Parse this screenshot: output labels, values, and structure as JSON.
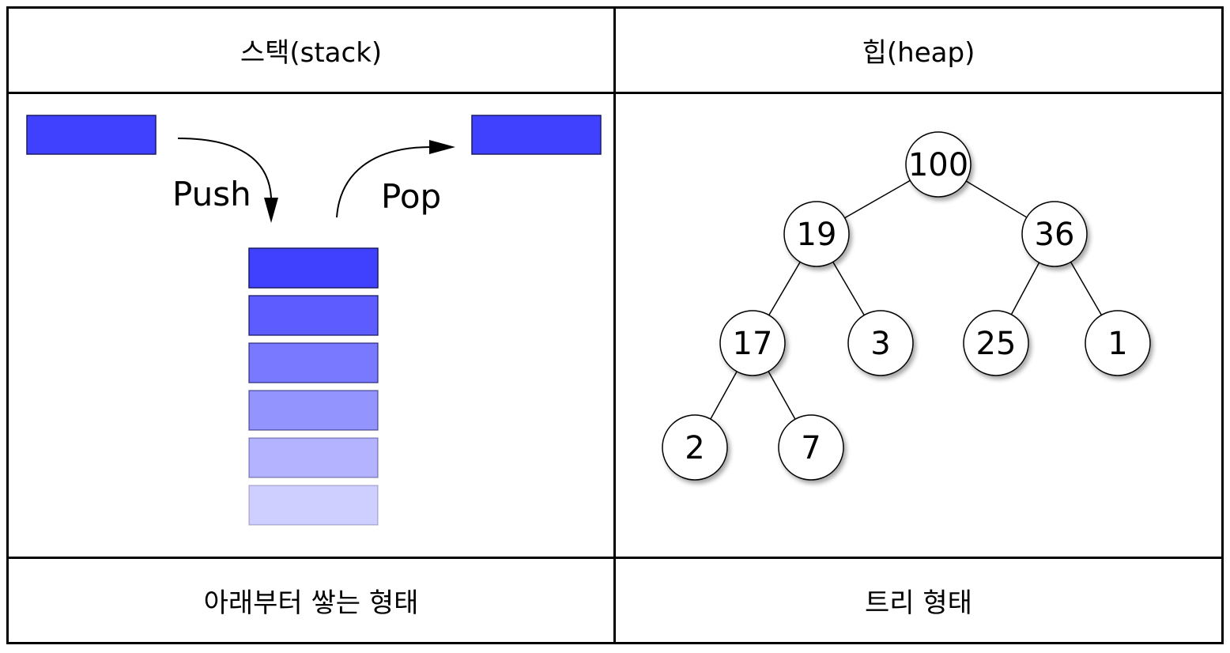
{
  "table": {
    "headers": [
      "스택(stack)",
      "힙(heap)"
    ],
    "footers": [
      "아래부터 쌓는 형태",
      "트리 형태"
    ]
  },
  "stack_diagram": {
    "push_label": "Push",
    "pop_label": "Pop",
    "block_color": "#4040ff",
    "stack_levels": [
      1.0,
      0.85,
      0.7,
      0.56,
      0.4,
      0.25
    ]
  },
  "heap_tree": {
    "nodes": [
      {
        "id": "n100",
        "label": "100"
      },
      {
        "id": "n19",
        "label": "19"
      },
      {
        "id": "n36",
        "label": "36"
      },
      {
        "id": "n17",
        "label": "17"
      },
      {
        "id": "n3",
        "label": "3"
      },
      {
        "id": "n25",
        "label": "25"
      },
      {
        "id": "n1",
        "label": "1"
      },
      {
        "id": "n2",
        "label": "2"
      },
      {
        "id": "n7",
        "label": "7"
      }
    ],
    "edges": [
      [
        "n100",
        "n19"
      ],
      [
        "n100",
        "n36"
      ],
      [
        "n19",
        "n17"
      ],
      [
        "n19",
        "n3"
      ],
      [
        "n36",
        "n25"
      ],
      [
        "n36",
        "n1"
      ],
      [
        "n17",
        "n2"
      ],
      [
        "n17",
        "n7"
      ]
    ]
  }
}
